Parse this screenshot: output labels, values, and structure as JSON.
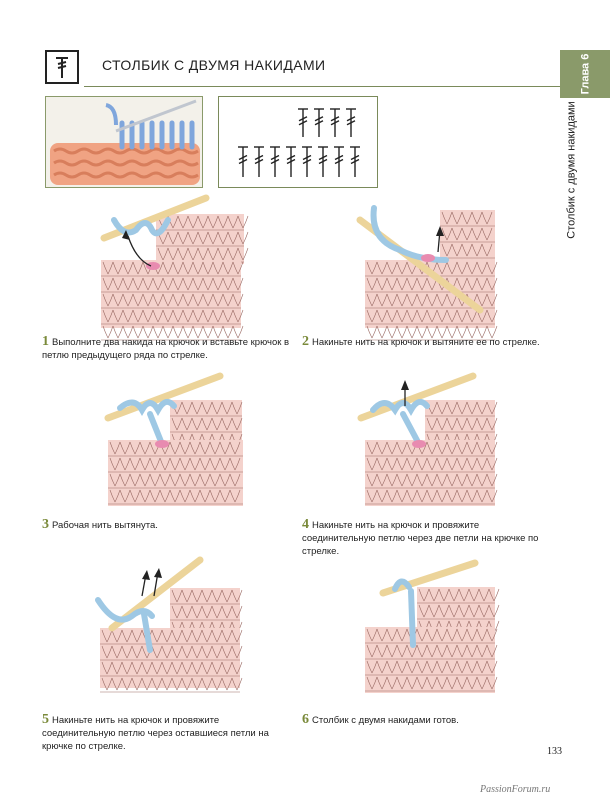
{
  "header": {
    "title": "СТОЛБИК С ДВУМЯ НАКИДАМИ",
    "symbol_icon": "double-crochet-symbol-icon"
  },
  "side_tab": {
    "chapter": "Глава 6",
    "section": "Столбик с двумя накидами",
    "color": "#8a9a6a"
  },
  "images": {
    "photo": "crochet-swatch-photo",
    "diagram": "stitch-symbol-diagram"
  },
  "steps": [
    {
      "num": "1",
      "text": "Выполните два накида на крючок и вставьте крючок в петлю предыдущего ряда по стрелке."
    },
    {
      "num": "2",
      "text": "Накиньте нить на крючок и вытяните ее по стрелке."
    },
    {
      "num": "3",
      "text": "Рабочая нить вытянута."
    },
    {
      "num": "4",
      "text": "Накиньте нить на крючок и провяжите соединительную петлю через две петли на крючке по стрелке."
    },
    {
      "num": "5",
      "text": "Накиньте нить на крючок и провяжите соединительную петлю через оставшиеся петли на крючке по стрелке."
    },
    {
      "num": "6",
      "text": "Столбик с двумя накидами готов."
    }
  ],
  "colors": {
    "fabric": "#f4d2cc",
    "fabric_line": "#9a6a64",
    "yarn": "#9ec8e4",
    "hook": "#ecd49a",
    "loop": "#e88bb0",
    "accent": "#7a8a3a"
  },
  "page_number": "133",
  "watermark": "PassionForum.ru"
}
